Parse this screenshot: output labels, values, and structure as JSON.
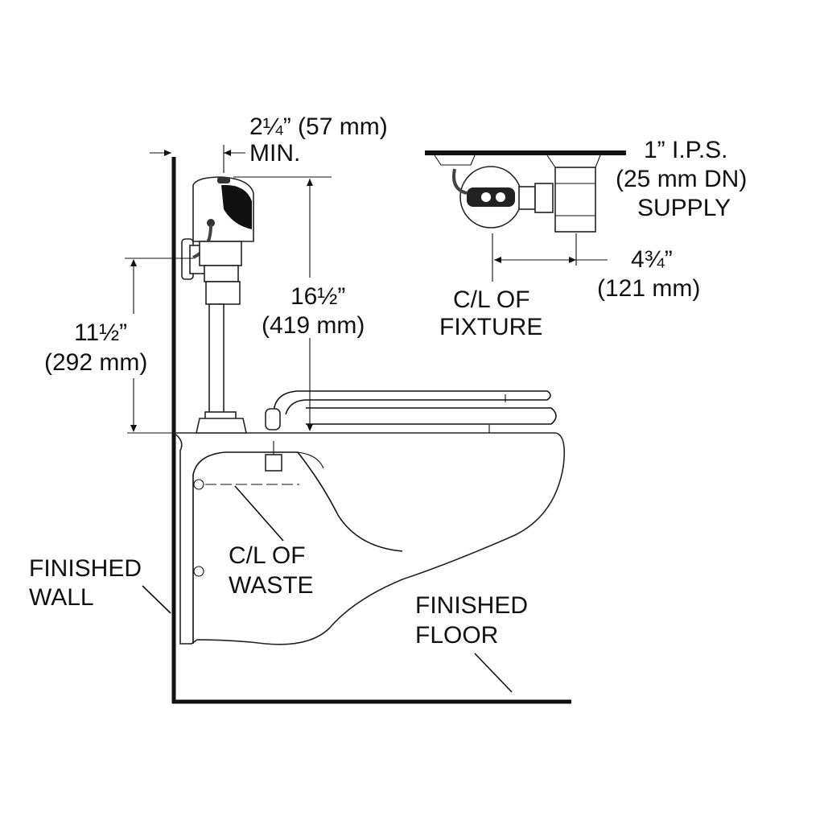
{
  "labels": {
    "min_offset": "2¼” (57 mm)",
    "min_word": "MIN.",
    "supply_size": "1” I.P.S.",
    "supply_dn": "(25 mm DN)",
    "supply_word": "SUPPLY",
    "offset_in": "4¾”",
    "offset_mm": "(121 mm)",
    "cl_fixture_1": "C/L OF",
    "cl_fixture_2": "FIXTURE",
    "height_in": "16½”",
    "height_mm": "(419 mm)",
    "rim_in": "11½”",
    "rim_mm": "(292 mm)",
    "cl_waste_1": "C/L OF",
    "cl_waste_2": "WASTE",
    "wall_1": "FINISHED",
    "wall_2": "WALL",
    "floor_1": "FINISHED",
    "floor_2": "FLOOR"
  }
}
